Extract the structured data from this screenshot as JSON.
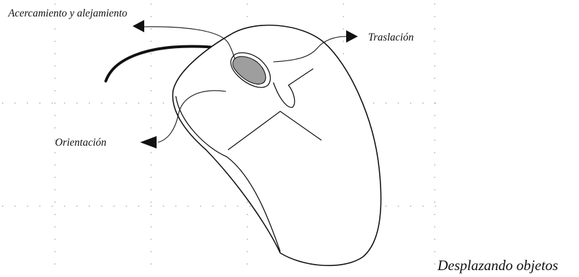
{
  "labels": {
    "zoom": "Acercamiento y alejamiento",
    "translation": "Traslación",
    "orientation": "Orientación"
  },
  "caption": "Desplazando objetos",
  "colors": {
    "background": "#ffffff",
    "outline": "#111111",
    "cable": "#111111",
    "scroll_wheel": "#9e9e9e",
    "grid_dots": "#9a9a9a"
  }
}
